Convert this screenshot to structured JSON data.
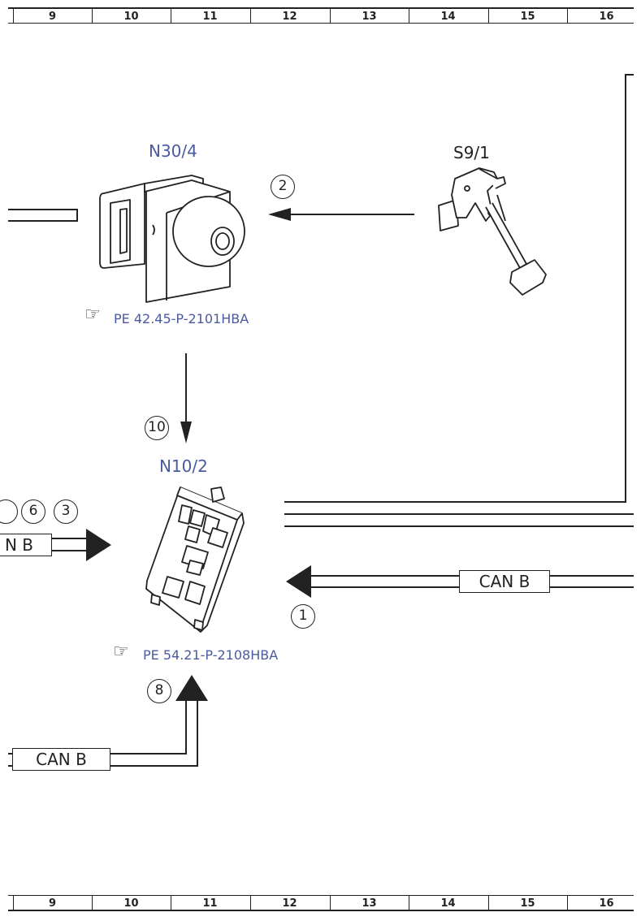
{
  "ruler": {
    "columns": [
      "9",
      "10",
      "11",
      "12",
      "13",
      "14",
      "15",
      "16"
    ]
  },
  "components": {
    "n30_4": {
      "label": "N30/4",
      "ref": "PE 42.45-P-2101HBA"
    },
    "s9_1": {
      "label": "S9/1"
    },
    "n10_2": {
      "label": "N10/2",
      "ref": "PE 54.21-P-2108HBA"
    }
  },
  "signals": {
    "s2": "2",
    "s10": "10",
    "s6": "6",
    "s3": "3",
    "s1": "1",
    "s8": "8"
  },
  "buses": {
    "left_partial": "N B",
    "right": "CAN B",
    "bottom": "CAN B"
  },
  "colors": {
    "label_blue": "#4a5aa0",
    "line": "#222222"
  },
  "icons": {
    "reference": "pointing-hand-icon"
  }
}
